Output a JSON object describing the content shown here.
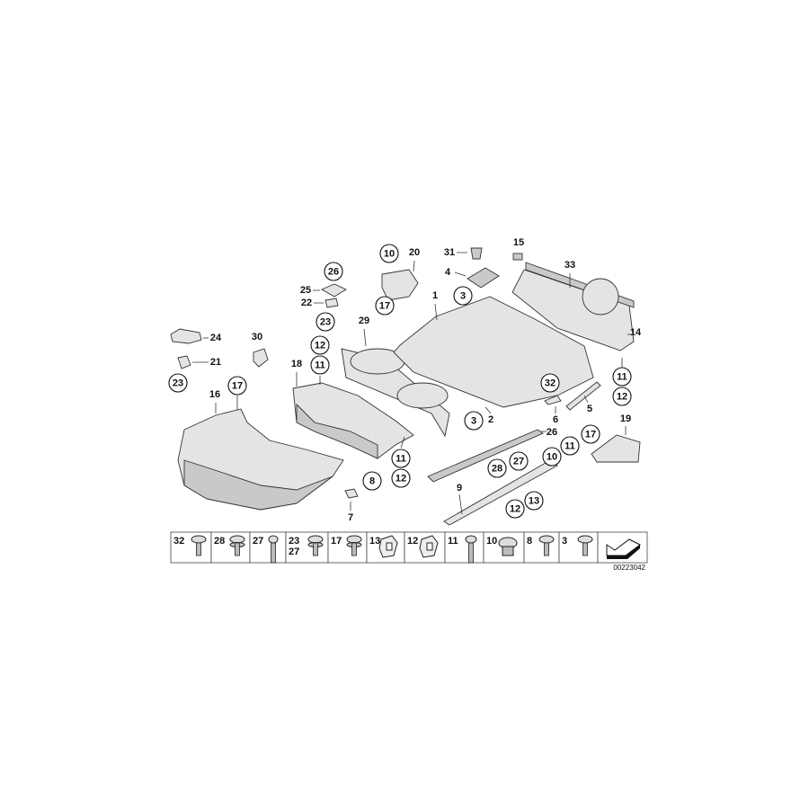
{
  "diagram": {
    "plain_labels": [
      "20",
      "31",
      "15",
      "33",
      "4",
      "1",
      "25",
      "22",
      "29",
      "24",
      "30",
      "21",
      "18",
      "16",
      "14",
      "5",
      "6",
      "2",
      "19",
      "26",
      "9",
      "7"
    ],
    "circled_labels": [
      "10",
      "26",
      "3",
      "17",
      "23",
      "12",
      "11",
      "23",
      "17",
      "11",
      "12",
      "32",
      "3",
      "17",
      "11",
      "10",
      "27",
      "28",
      "11",
      "12",
      "8",
      "13",
      "12"
    ],
    "legend": [
      {
        "num": "32",
        "icon": "pan-head-screw"
      },
      {
        "num": "28",
        "icon": "flange-screw"
      },
      {
        "num": "27",
        "icon": "socket-bolt"
      },
      {
        "num": "23\n27",
        "num_top": "23",
        "num_bottom": "27",
        "icon": "flange-screw"
      },
      {
        "num": "17",
        "icon": "expanding-rivet"
      },
      {
        "num": "13",
        "icon": "spring-clip"
      },
      {
        "num": "12",
        "icon": "clip-nut"
      },
      {
        "num": "11",
        "icon": "long-screw"
      },
      {
        "num": "10",
        "icon": "grommet-plug"
      },
      {
        "num": "8",
        "icon": "screw"
      },
      {
        "num": "3",
        "icon": "screw"
      }
    ],
    "direction_icon": "arrow-icon",
    "diagram_code": "00223042"
  }
}
